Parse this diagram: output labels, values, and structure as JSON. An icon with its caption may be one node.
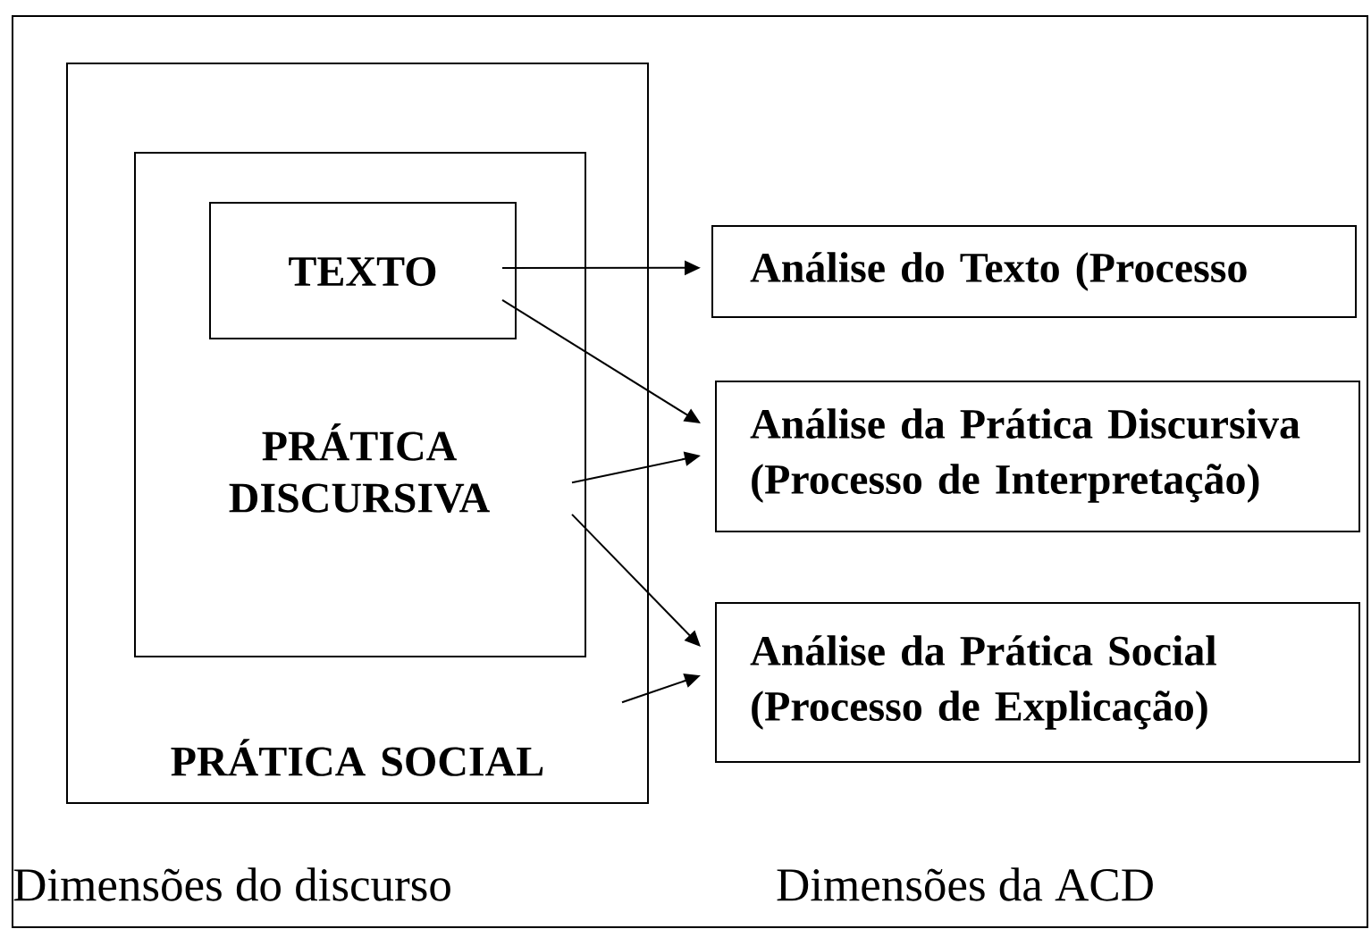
{
  "diagram": {
    "nodes": [
      {
        "text": [
          "PRÁTICA SOCIAL"
        ]
      },
      {
        "text": [
          "PRÁTICA DISCURSIVA"
        ],
        "in": 0
      },
      {
        "text": [
          "TEXTO"
        ],
        "in": 1
      },
      {
        "text": [
          "Análise do Texto (Processo"
        ]
      },
      {
        "text": [
          "Análise da Prática Discursiva (Processo de Interpretação)"
        ]
      },
      {
        "text": [
          "Análise da Prática Social (Processo de Explicação)"
        ]
      }
    ],
    "edges": [
      {
        "from": 2,
        "to": 3,
        "arrow": "to"
      },
      {
        "from": 2,
        "to": 4,
        "arrow": "to"
      },
      {
        "from": 1,
        "to": 4,
        "arrow": "to"
      },
      {
        "from": 1,
        "to": 5,
        "arrow": "to"
      },
      {
        "from": 0,
        "to": 5,
        "arrow": "to"
      }
    ],
    "labels": [
      "Dimensões do discurso",
      "Dimensões da ACD"
    ]
  }
}
